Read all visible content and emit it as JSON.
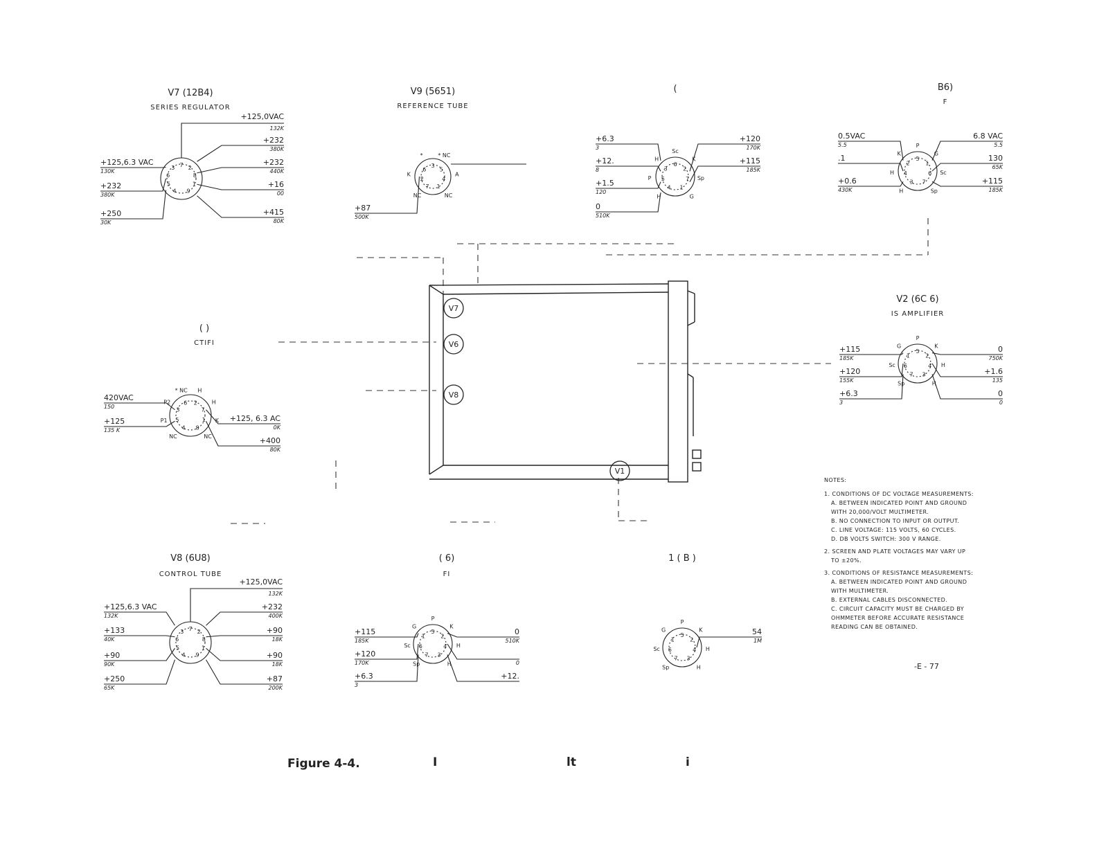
{
  "tubes": {
    "v7": {
      "title": "V7 (12B4)",
      "subtitle": "SERIES REGULATOR",
      "top_v": "+125,0VAC",
      "top_r": "132K",
      "left": [
        {
          "v": "+125,6.3 VAC",
          "r": "130K"
        },
        {
          "v": "+232",
          "r": "380K"
        },
        {
          "v": "+250",
          "r": "30K"
        }
      ],
      "right": [
        {
          "v": "+232",
          "r": "380K"
        },
        {
          "v": "+232",
          "r": "440K"
        },
        {
          "v": "+16",
          "r": "00"
        },
        {
          "v": "+415",
          "r": "80K"
        }
      ],
      "pins": [
        "4",
        "5",
        "6",
        "3",
        "7",
        "2",
        "8",
        "1",
        "9"
      ]
    },
    "v9": {
      "title": "V9 (5651)",
      "subtitle": "REFERENCE TUBE",
      "left": [
        {
          "v": "+87",
          "r": "500K"
        }
      ],
      "pins": [
        "7",
        "2",
        "6",
        "3",
        "5",
        "4",
        "1"
      ],
      "marks": [
        "NC",
        "K",
        "*",
        "* NC",
        "A",
        "NC"
      ]
    },
    "v3": {
      "title": "(",
      "subtitle": "",
      "left": [
        {
          "v": "+6.3",
          "r": "3"
        },
        {
          "v": "+12.",
          "r": "8"
        },
        {
          "v": "+1.5",
          "r": "120"
        },
        {
          "v": "0",
          "r": "510K"
        }
      ],
      "right": [
        {
          "v": "+120",
          "r": "170K"
        },
        {
          "v": "+115",
          "r": "185K"
        }
      ],
      "pins": [
        "4",
        "5",
        "3",
        "6",
        "2",
        "7",
        "1"
      ],
      "marks": [
        "H",
        "P",
        "H",
        "Sc",
        "K",
        "Sp",
        "G"
      ]
    },
    "v4": {
      "title": "B6)",
      "subtitle": "F",
      "left": [
        {
          "v": "0.5VAC",
          "r": "5.5"
        },
        {
          "v": ".1",
          "r": ""
        },
        {
          "v": "+0.6",
          "r": "430K"
        }
      ],
      "right": [
        {
          "v": "6.8 VAC",
          "r": "5.5"
        },
        {
          "v": "130",
          "r": "65K"
        },
        {
          "v": "+115",
          "r": "185K"
        }
      ],
      "pins": [
        "3",
        "4",
        "2",
        "5",
        "1",
        "6",
        "7"
      ],
      "marks": [
        "H",
        "H",
        "K",
        "P",
        "G",
        "Sc",
        "Sp"
      ]
    },
    "v6": {
      "title": "(        )",
      "subtitle": "CTIFI",
      "left": [
        {
          "v": "420VAC",
          "r": "150"
        },
        {
          "v": "+125",
          "r": "135 K"
        }
      ],
      "right": [
        {
          "v": "+125, 6.3  AC",
          "r": "0K"
        },
        {
          "v": "+400",
          "r": "80K"
        }
      ],
      "pins": [
        "4",
        "5",
        "3",
        "6",
        "2",
        "7",
        "1",
        "8"
      ],
      "marks": [
        "NC",
        "P1",
        "P2",
        "* NC",
        "H",
        "H",
        "K",
        "NC"
      ]
    },
    "v2": {
      "title": "V2 (6C 6)",
      "subtitle": "IS   AMPLIFIER",
      "left": [
        {
          "v": "+115",
          "r": "185K"
        },
        {
          "v": "+120",
          "r": "155K"
        },
        {
          "v": "+6.3",
          "r": "3"
        }
      ],
      "right": [
        {
          "v": "0",
          "r": "750K"
        },
        {
          "v": "+1.6",
          "r": "135"
        },
        {
          "v": "0",
          "r": "0"
        }
      ],
      "pins": [
        "7",
        "6",
        "1",
        "5",
        "2",
        "4",
        "3"
      ],
      "marks": [
        "Sp",
        "Sc",
        "G",
        "P",
        "K",
        "H",
        "H"
      ]
    },
    "v8": {
      "title": "V8 (6U8)",
      "subtitle": "CONTROL TUBE",
      "top_v": "+125,0VAC",
      "top_r": "132K",
      "left": [
        {
          "v": "+125,6.3 VAC",
          "r": "132K"
        },
        {
          "v": "+133",
          "r": "40K"
        },
        {
          "v": "+90",
          "r": "90K"
        },
        {
          "v": "+250",
          "r": "65K"
        }
      ],
      "right": [
        {
          "v": "+232",
          "r": "400K"
        },
        {
          "v": "+90",
          "r": "18K"
        },
        {
          "v": "+90",
          "r": "18K"
        },
        {
          "v": "+87",
          "r": "200K"
        }
      ],
      "pins": [
        "4",
        "5",
        "6",
        "3",
        "7",
        "2",
        "8",
        "1",
        "9"
      ]
    },
    "v5": {
      "title": "(     6)",
      "subtitle": "FI",
      "left": [
        {
          "v": "+115",
          "r": "185K"
        },
        {
          "v": "+120",
          "r": "170K"
        },
        {
          "v": "+6.3",
          "r": "3"
        }
      ],
      "right": [
        {
          "v": "0",
          "r": "510K"
        },
        {
          "v": "",
          "r": "0"
        },
        {
          "v": "+12.",
          "r": ""
        }
      ],
      "pins": [
        "7",
        "6",
        "1",
        "5",
        "2",
        "4",
        "3"
      ],
      "marks": [
        "Sp",
        "Sc",
        "G",
        "P",
        "K",
        "H",
        "H"
      ]
    },
    "v1": {
      "title": "1 (  B )",
      "subtitle": "",
      "right": [
        {
          "v": "54",
          "r": "1M"
        }
      ],
      "pins": [
        "7",
        "6",
        "1",
        "5",
        "2",
        "4",
        "3"
      ],
      "marks": [
        "Sp",
        "Sc",
        "G",
        "P",
        "K",
        "H",
        "H"
      ]
    }
  },
  "chassis": {
    "tubes": [
      "V7",
      "V6",
      "V8",
      "V1"
    ]
  },
  "notes": {
    "heading": "NOTES:",
    "lines": [
      "1. CONDITIONS OF DC VOLTAGE MEASUREMENTS:",
      "A. BETWEEN INDICATED POINT AND GROUND",
      "WITH 20,000/VOLT MULTIMETER.",
      "B. NO CONNECTION TO INPUT OR OUTPUT.",
      "C. LINE VOLTAGE: 115 VOLTS, 60 CYCLES.",
      "D. DB VOLTS SWITCH: 300 V RANGE.",
      "2. SCREEN AND PLATE VOLTAGES MAY VARY UP",
      "TO ±20%.",
      "3. CONDITIONS OF RESISTANCE MEASUREMENTS:",
      "A. BETWEEN INDICATED POINT AND GROUND",
      "WITH MULTIMETER.",
      "B. EXTERNAL CABLES DISCONNECTED.",
      "C. CIRCUIT CAPACITY MUST BE CHARGED BY",
      "OHMMETER BEFORE ACCURATE RESISTANCE",
      "READING CAN BE OBTAINED."
    ],
    "page_ref": "-E - 77"
  },
  "figure": {
    "label": "Figure 4-4.",
    "frag1": "I",
    "frag2": "lt",
    "frag3": "i"
  }
}
